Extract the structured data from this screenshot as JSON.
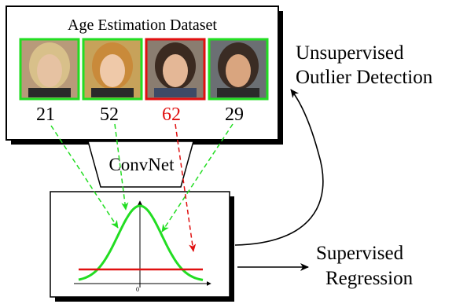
{
  "dataset": {
    "title": "Age Estimation Dataset",
    "samples": [
      {
        "age": "21",
        "status": "inlier"
      },
      {
        "age": "52",
        "status": "inlier"
      },
      {
        "age": "62",
        "status": "outlier"
      },
      {
        "age": "29",
        "status": "inlier"
      }
    ]
  },
  "network": {
    "label": "ConvNet"
  },
  "outlier_detection": {
    "line1": "Unsupervised",
    "line2": "Outlier Detection"
  },
  "regression": {
    "line1": "Supervised",
    "line2": "Regression"
  },
  "plot": {
    "origin_label": "0"
  },
  "colors": {
    "inlier": "#22dd22",
    "outlier": "#e01010",
    "inlier_text": "#000000",
    "outlier_text": "#e01010",
    "gaussian": "#22dd22",
    "threshold": "#e01010"
  },
  "icons": {
    "frame": "photo-frame",
    "arrow": "arrow-head"
  }
}
